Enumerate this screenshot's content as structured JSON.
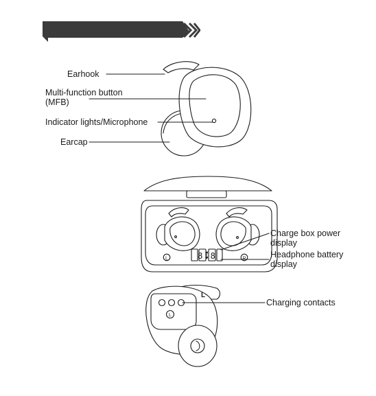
{
  "labels": {
    "earhook": "Earhook",
    "mfb_line1": "Multi-function button",
    "mfb_line2": "(MFB)",
    "indicator": "Indicator lights/Microphone",
    "earcap": "Earcap",
    "charge_box_line1": "Charge box power",
    "charge_box_line2": "display",
    "headphone_battery_line1": "Headphone battery",
    "headphone_battery_line2": "display",
    "charging_contacts": "Charging contacts"
  },
  "markings": {
    "left": "L",
    "right": "R",
    "digits": "8:8"
  },
  "colors": {
    "banner": "#3b3b3b",
    "line": "#1a1a1a"
  }
}
